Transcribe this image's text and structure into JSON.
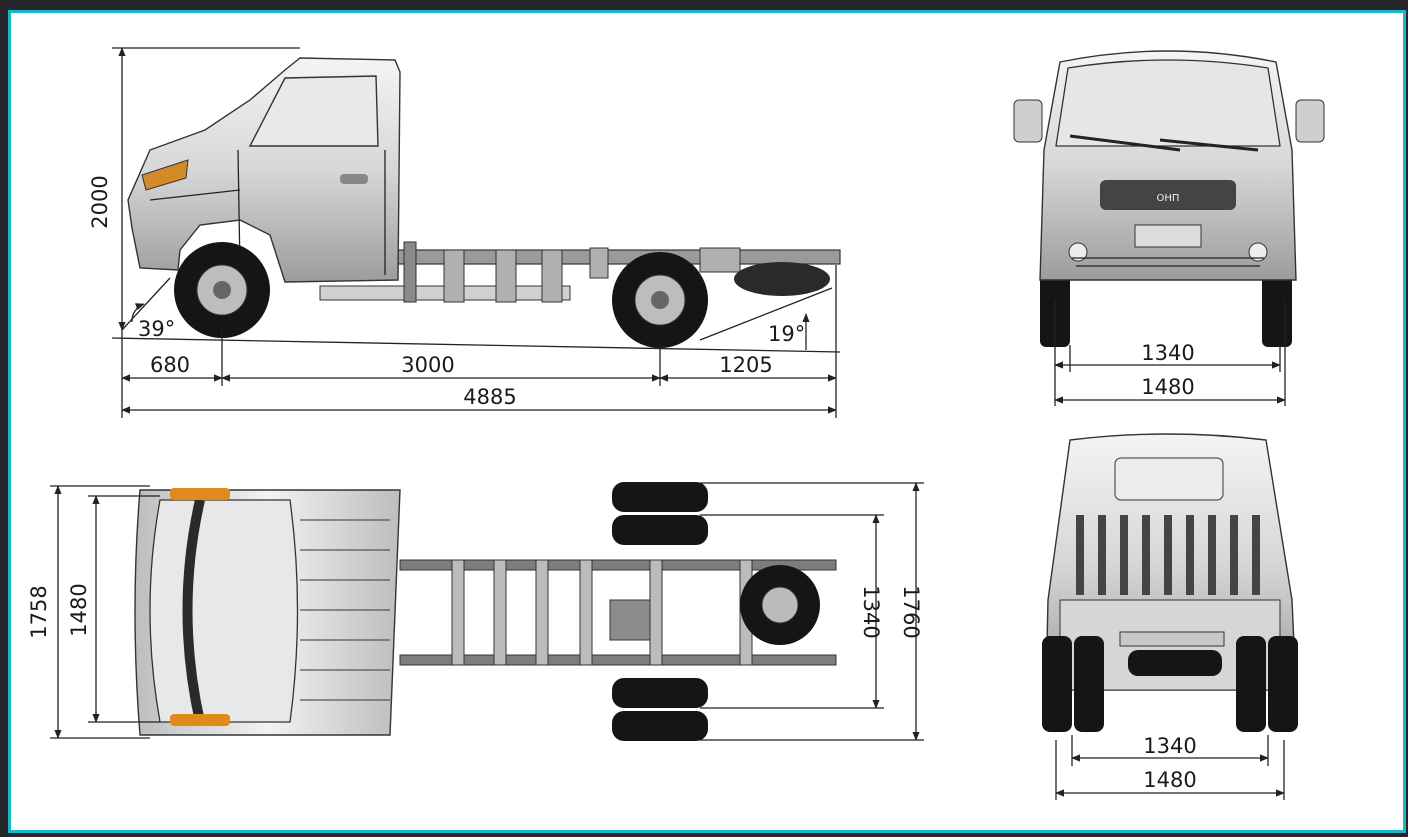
{
  "side_view": {
    "height": "2000",
    "approach_angle": "39°",
    "departure_angle": "19°",
    "front_overhang": "680",
    "wheelbase": "3000",
    "rear_overhang": "1205",
    "overall_length": "4885"
  },
  "front_view": {
    "badge": "ОНП",
    "front_track": "1340",
    "front_width": "1480"
  },
  "top_view": {
    "overall_width": "1758",
    "cab_width": "1480",
    "rear_track": "1340",
    "rear_width": "1760"
  },
  "rear_view": {
    "rear_track": "1340",
    "rear_width": "1480"
  },
  "colors": {
    "frame_accent": "#1cb6c9",
    "background": "#ffffff",
    "lines": "#222222"
  }
}
